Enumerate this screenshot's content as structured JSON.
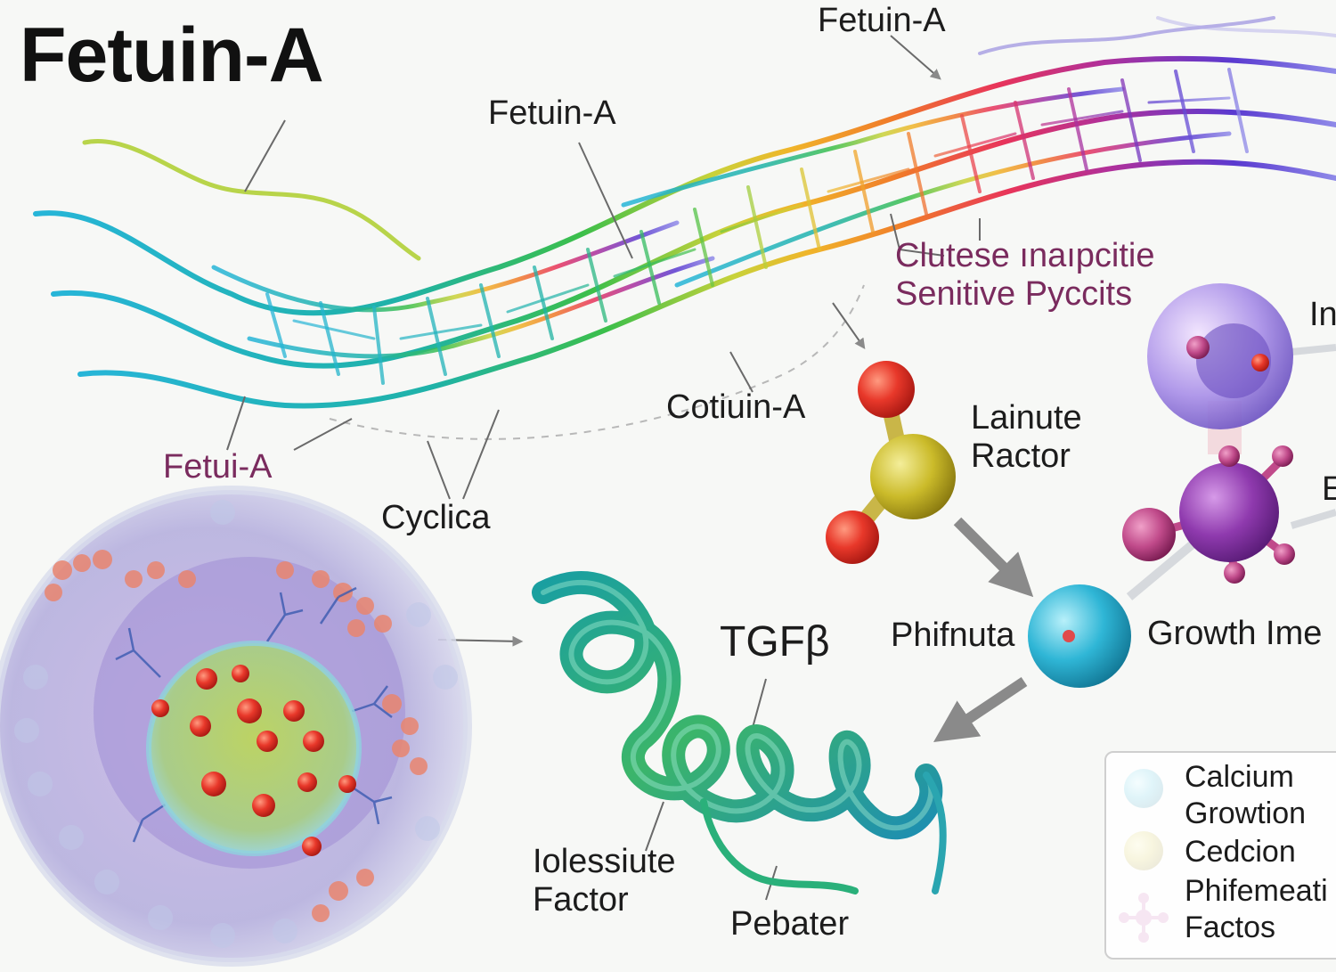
{
  "title": "Fetuin-A",
  "labels": {
    "fetuin_top": "Fetuin-A",
    "fetuin_mid": "Fetuin-A",
    "clutese": "Clutese ınaıpcitie\nSenitive Pyccits",
    "cotiuin": "Cotiuin-A",
    "fetui": "Fetui-A",
    "cyclica": "Cyclica",
    "lainute": "Lainute\nRactor",
    "in_partial": "In",
    "b_partial": "E",
    "phifnuta": "Phifnuta",
    "growth_ime": "Growth Ime",
    "tgfb": "TGFβ",
    "iolessiute": "Iolessiute\nFactor",
    "pebater": "Pebater"
  },
  "legend": {
    "items": [
      {
        "label": "Calcium\nGrowtion",
        "color": "#1a9fc9",
        "icon": "sphere"
      },
      {
        "label": "Cedcion",
        "color": "#c9c12a",
        "icon": "sphere"
      },
      {
        "label": "Phifemeati\nFactos",
        "color": "#c25aa8",
        "icon": "molecule"
      }
    ]
  },
  "colors": {
    "helix_teal": "#1a9fa0",
    "helix_green": "#3bb56a",
    "red_atom": "#e03a2a",
    "yellow_atom": "#cbbb2a",
    "cyan_atom": "#2fb6d6",
    "violet_atom": "#9a5ac8",
    "magenta_atom": "#c04a8a"
  }
}
